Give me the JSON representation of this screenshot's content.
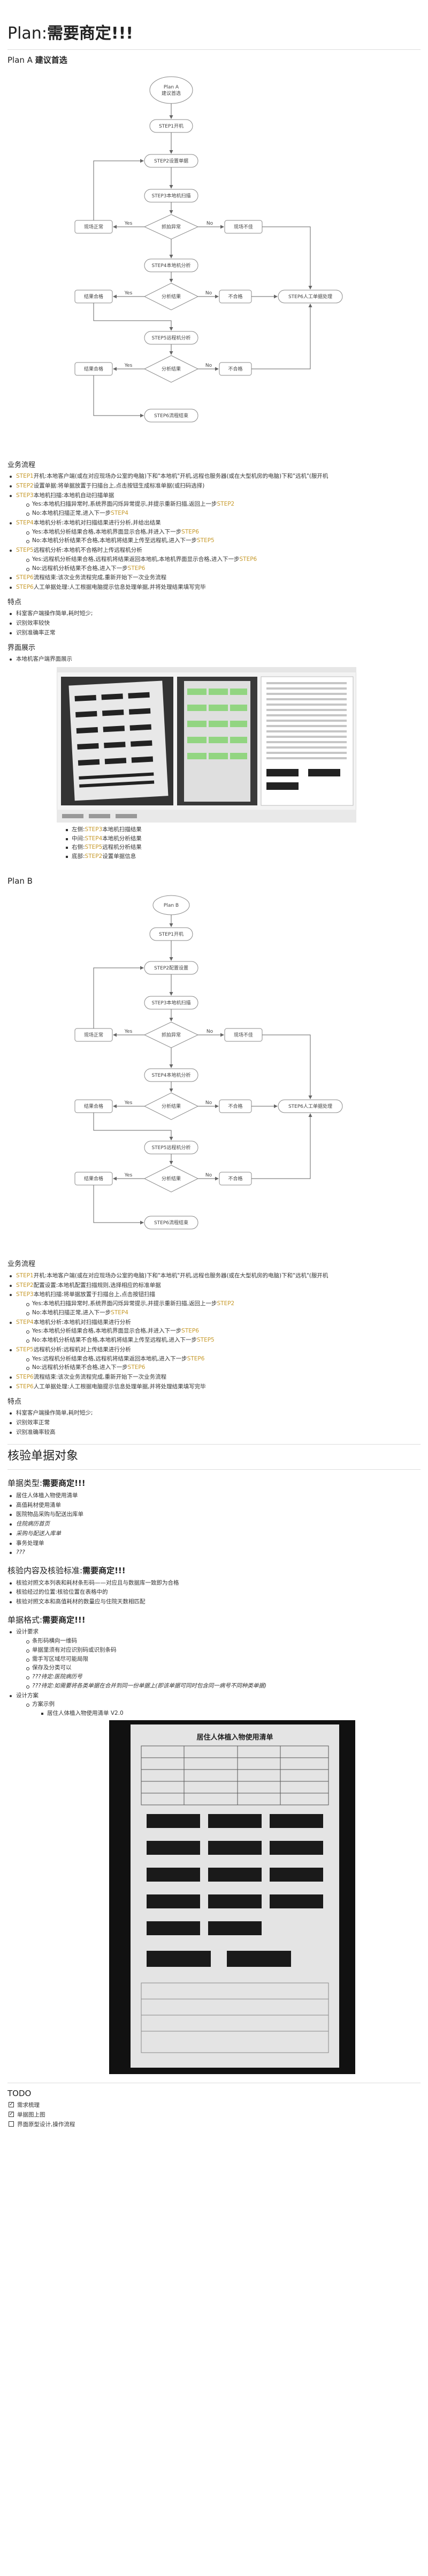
{
  "title": {
    "prefix": "Plan:",
    "bold": "需要商定!!!"
  },
  "planA": {
    "title_prefix": "Plan A ",
    "title_bold": "建议首选",
    "flow": {
      "start": "Plan A",
      "start2": "建议首选",
      "s1": "STEP1开机",
      "s2": "STEP2设置单据",
      "s3": "STEP3本地机扫描",
      "d1": "抓拍异常",
      "s4": "STEP4本地机分析",
      "d2": "分析结果",
      "s5": "STEP5远程机分析",
      "d3": "分析结果",
      "end": "STEP6流程结束",
      "w1": "现场正常",
      "w2": "现场不佳",
      "ok1": "结果合格",
      "ok2": "结果合格",
      "bad1": "不合格",
      "bad2": "不合格",
      "manual": "STEP6人工单据处理",
      "yes": "Yes",
      "no": "No"
    },
    "biz_title": "业务流程",
    "steps": [
      {
        "hl": "STEP1",
        "text": "开机:本地客户端(或在对应现场办公室的电脑)下和\"本地机\"开机,远程也服务器(或在大型机房的电脑)下和\"远机\"(服开机"
      },
      {
        "hl": "STEP2",
        "text": "设置单据:将单据放置于扫描台上,点击按钮生成标准单据(或扫码选择)"
      },
      {
        "hl": "STEP3",
        "text": "本地机扫描:本地机自动扫描单据"
      },
      {
        "hl": "STEP4",
        "text": "本地机分析:本地机对扫描结果进行分析,并给出结果"
      },
      {
        "hl": "STEP5",
        "text": "远程机分析:本地机不合格时上传远程机分析"
      },
      {
        "hl": "STEP6",
        "text": "流程结束:该次业务流程完成,重新开始下一次业务流程"
      },
      {
        "hl": "STEP6",
        "text": "人工单据处理:人工根据电脑提示信息处理单据,并将处理结果填写完毕"
      }
    ],
    "sub3": [
      {
        "text": "Yes:本地机扫描异常时,系统界面闪烁异常提示,并提示重新扫描,返回上一步",
        "hl": "STEP2"
      },
      {
        "text": "No:本地机扫描正常,进入下一步",
        "hl": "STEP4"
      }
    ],
    "sub4": [
      {
        "text": "Yes:本地机分析结果合格,本地机界面显示合格,并进入下一步",
        "hl": "STEP6"
      },
      {
        "text": "No:本地机分析结果不合格,本地机将结果上传至远程机,进入下一步",
        "hl": "STEP5"
      }
    ],
    "sub5": [
      {
        "text": "Yes:远程机分析结果合格,远程机将结果返回本地机,本地机界面显示合格,进入下一步",
        "hl": "STEP6"
      },
      {
        "text": "No:远程机分析结果不合格,进入下一步",
        "hl": "STEP6"
      }
    ],
    "feat_title": "特点",
    "feats": [
      "科室客户端操作简单,耗时短少;",
      "识别效率较快",
      "识别准确率正常"
    ],
    "ui_title": "界面展示",
    "ui_item": "本地机客户端界面展示",
    "legend": [
      {
        "pre": "左侧:",
        "hl": "STEP3",
        "post": "本地机扫描结果"
      },
      {
        "pre": "中间:",
        "hl": "STEP4",
        "post": "本地机分析结果"
      },
      {
        "pre": "右侧:",
        "hl": "STEP5",
        "post": "远程机分析结果"
      },
      {
        "pre": "底部:",
        "hl": "STEP2",
        "post": "设置单据信息"
      }
    ]
  },
  "planB": {
    "title": "Plan B",
    "flow": {
      "start": "Plan B",
      "s1": "STEP1开机",
      "s2": "STEP2配置设置",
      "s3": "STEP3本地机扫描",
      "d1": "抓拍异常",
      "s4": "STEP4本地机分析",
      "d2": "分析结果",
      "s5": "STEP5远程机分析",
      "d3": "分析结果",
      "end": "STEP6流程结束",
      "w1": "现场正常",
      "w2": "现场不佳",
      "ok1": "结果合格",
      "ok2": "结果合格",
      "bad1": "不合格",
      "bad2": "不合格",
      "manual": "STEP6人工单据处理",
      "yes": "Yes",
      "no": "No"
    },
    "biz_title": "业务流程",
    "steps": [
      {
        "hl": "STEP1",
        "text": "开机:本地客户端(或在对应现场办公室的电脑)下和\"本地机\"开机,远程也服务器(或在大型机房的电脑)下和\"远机\"(服开机"
      },
      {
        "hl": "STEP2",
        "text": "配置设置:本地机配置扫描规则,选择相应的标准单据"
      },
      {
        "hl": "STEP3",
        "text": "本地机扫描:将单据放置于扫描台上,点击按钮扫描"
      },
      {
        "hl": "STEP4",
        "text": "本地机分析:本地机对扫描结果进行分析"
      },
      {
        "hl": "STEP5",
        "text": "远程机分析:远程机对上传结果进行分析"
      },
      {
        "hl": "STEP6",
        "text": "流程结束:该次业务流程完成,重新开始下一次业务流程"
      },
      {
        "hl": "STEP6",
        "text": "人工单据处理:人工根据电脑提示信息处理单据,并将处理结果填写完毕"
      }
    ],
    "sub3": [
      {
        "text": "Yes:本地机扫描异常时,系统界面闪烁异常提示,并提示重新扫描,返回上一步",
        "hl": "STEP2"
      },
      {
        "text": "No:本地机扫描正常,进入下一步",
        "hl": "STEP4"
      }
    ],
    "sub4": [
      {
        "text": "Yes:本地机分析结果合格,本地机界面显示合格,并进入下一步",
        "hl": "STEP6"
      },
      {
        "text": "No:本地机分析结果不合格,本地机将结果上传至远程机,进入下一步",
        "hl": "STEP5"
      }
    ],
    "sub5": [
      {
        "text": "Yes:远程机分析结果合格,远程机将结果返回本地机,进入下一步",
        "hl": "STEP6"
      },
      {
        "text": "No:远程机分析结果不合格,进入下一步",
        "hl": "STEP6"
      }
    ],
    "feat_title": "特点",
    "feats": [
      "科室客户端操作简单,耗时短少;",
      "识别效率正常",
      "识别准确率较高"
    ]
  },
  "verify": {
    "title": "核验单据对象",
    "types_prefix": "单据类型:",
    "types_bold": "需要商定!!!",
    "types": [
      "居住人体植入物使用清单",
      "高值耗材使用清单",
      "医院物品采购与配送出库单",
      "住院病历首页",
      "采购与配送入库单",
      "事务处理单",
      "???"
    ],
    "types_italic": [
      false,
      false,
      false,
      true,
      true,
      false,
      true
    ],
    "content_prefix": "核验内容及核验标准:",
    "content_bold": "需要商定!!!",
    "content": [
      "核验对照文本列表和耗材条形码——对应且与数据库一致即为合格",
      "核验经过的位置:核验位置在表格中的",
      "核验对照文本和高值耗材的数量应与住院天数相匹配"
    ],
    "format_prefix": "单据格式:",
    "format_bold": "需要商定!!!",
    "design": "设计要求",
    "design_items": [
      "条形码横向一维码",
      "单据里须有对应识别码或识别条码",
      "需手写区域尽可能局限",
      "保存及分类可以",
      "???待定:医院病历号",
      "???待定:如需要将各类单据在合并到同一份单据上(即该单据可同时包含同一病号不同种类单据)"
    ],
    "design_italic": [
      false,
      false,
      false,
      false,
      true,
      true
    ],
    "format": "设计方案",
    "scheme": "方案示例",
    "scheme_item": "居住人体植入物使用清单 V2.0",
    "doc_title": "居住人体植入物使用清单"
  },
  "todo": {
    "title": "TODO",
    "items": [
      {
        "label": "需求梳理",
        "checked": true
      },
      {
        "label": "单据图上图",
        "checked": true
      },
      {
        "label": "界面原型设计,操作流程",
        "checked": false
      }
    ]
  },
  "colors": {
    "highlight": "#c79a2c",
    "flow_stroke": "#888888"
  }
}
